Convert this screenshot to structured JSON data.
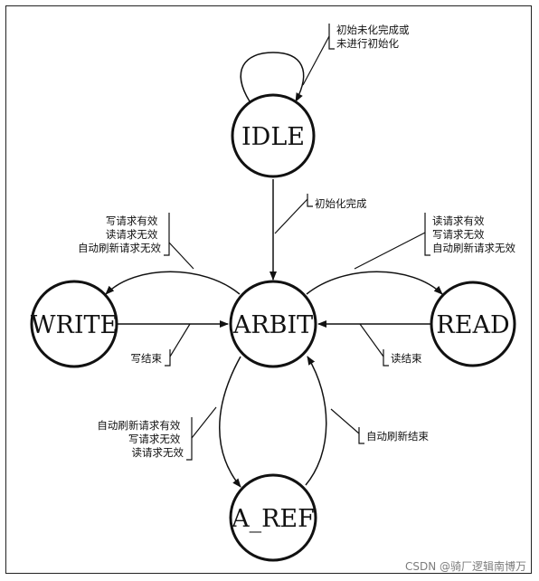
{
  "states": {
    "idle": "IDLE",
    "arbit": "ARBIT",
    "write": "WRITE",
    "read": "READ",
    "aref": "A_REF"
  },
  "notes": {
    "idle_self": [
      "初始未化完成或",
      "未进行初始化"
    ],
    "idle_to_arbit": [
      "初始化完成"
    ],
    "arbit_to_write": [
      "写请求有效",
      "读请求无效",
      "自动刷新请求无效"
    ],
    "arbit_to_read": [
      "读请求有效",
      "写请求无效",
      "自动刷新请求无效"
    ],
    "write_to_arbit": [
      "写结束"
    ],
    "read_to_arbit": [
      "读结束"
    ],
    "arbit_to_aref": [
      "自动刷新请求有效",
      "写请求无效",
      "读请求无效"
    ],
    "aref_to_arbit": [
      "自动刷新结束"
    ]
  },
  "watermark": "CSDN @骑厂逻辑南博万"
}
